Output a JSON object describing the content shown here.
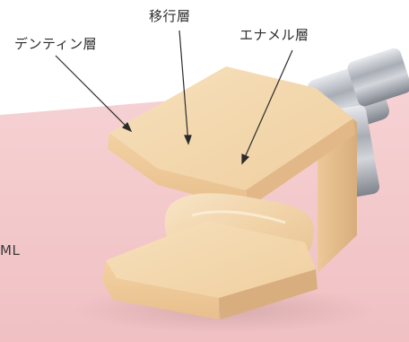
{
  "labels": {
    "dentin_layer": "デンティン層",
    "transition_layer": "移行層",
    "enamel_layer": "エナメル層"
  },
  "edge_text": "ML",
  "colors": {
    "background_pink": "#f2c6c9",
    "block_face": "#f3d3a6",
    "block_top": "#f6dcb3",
    "block_shadow": "#d9b185",
    "metal_holder": "#b9bcc3",
    "label_text": "#2b2b2b",
    "arrow": "#2b2b2b"
  }
}
